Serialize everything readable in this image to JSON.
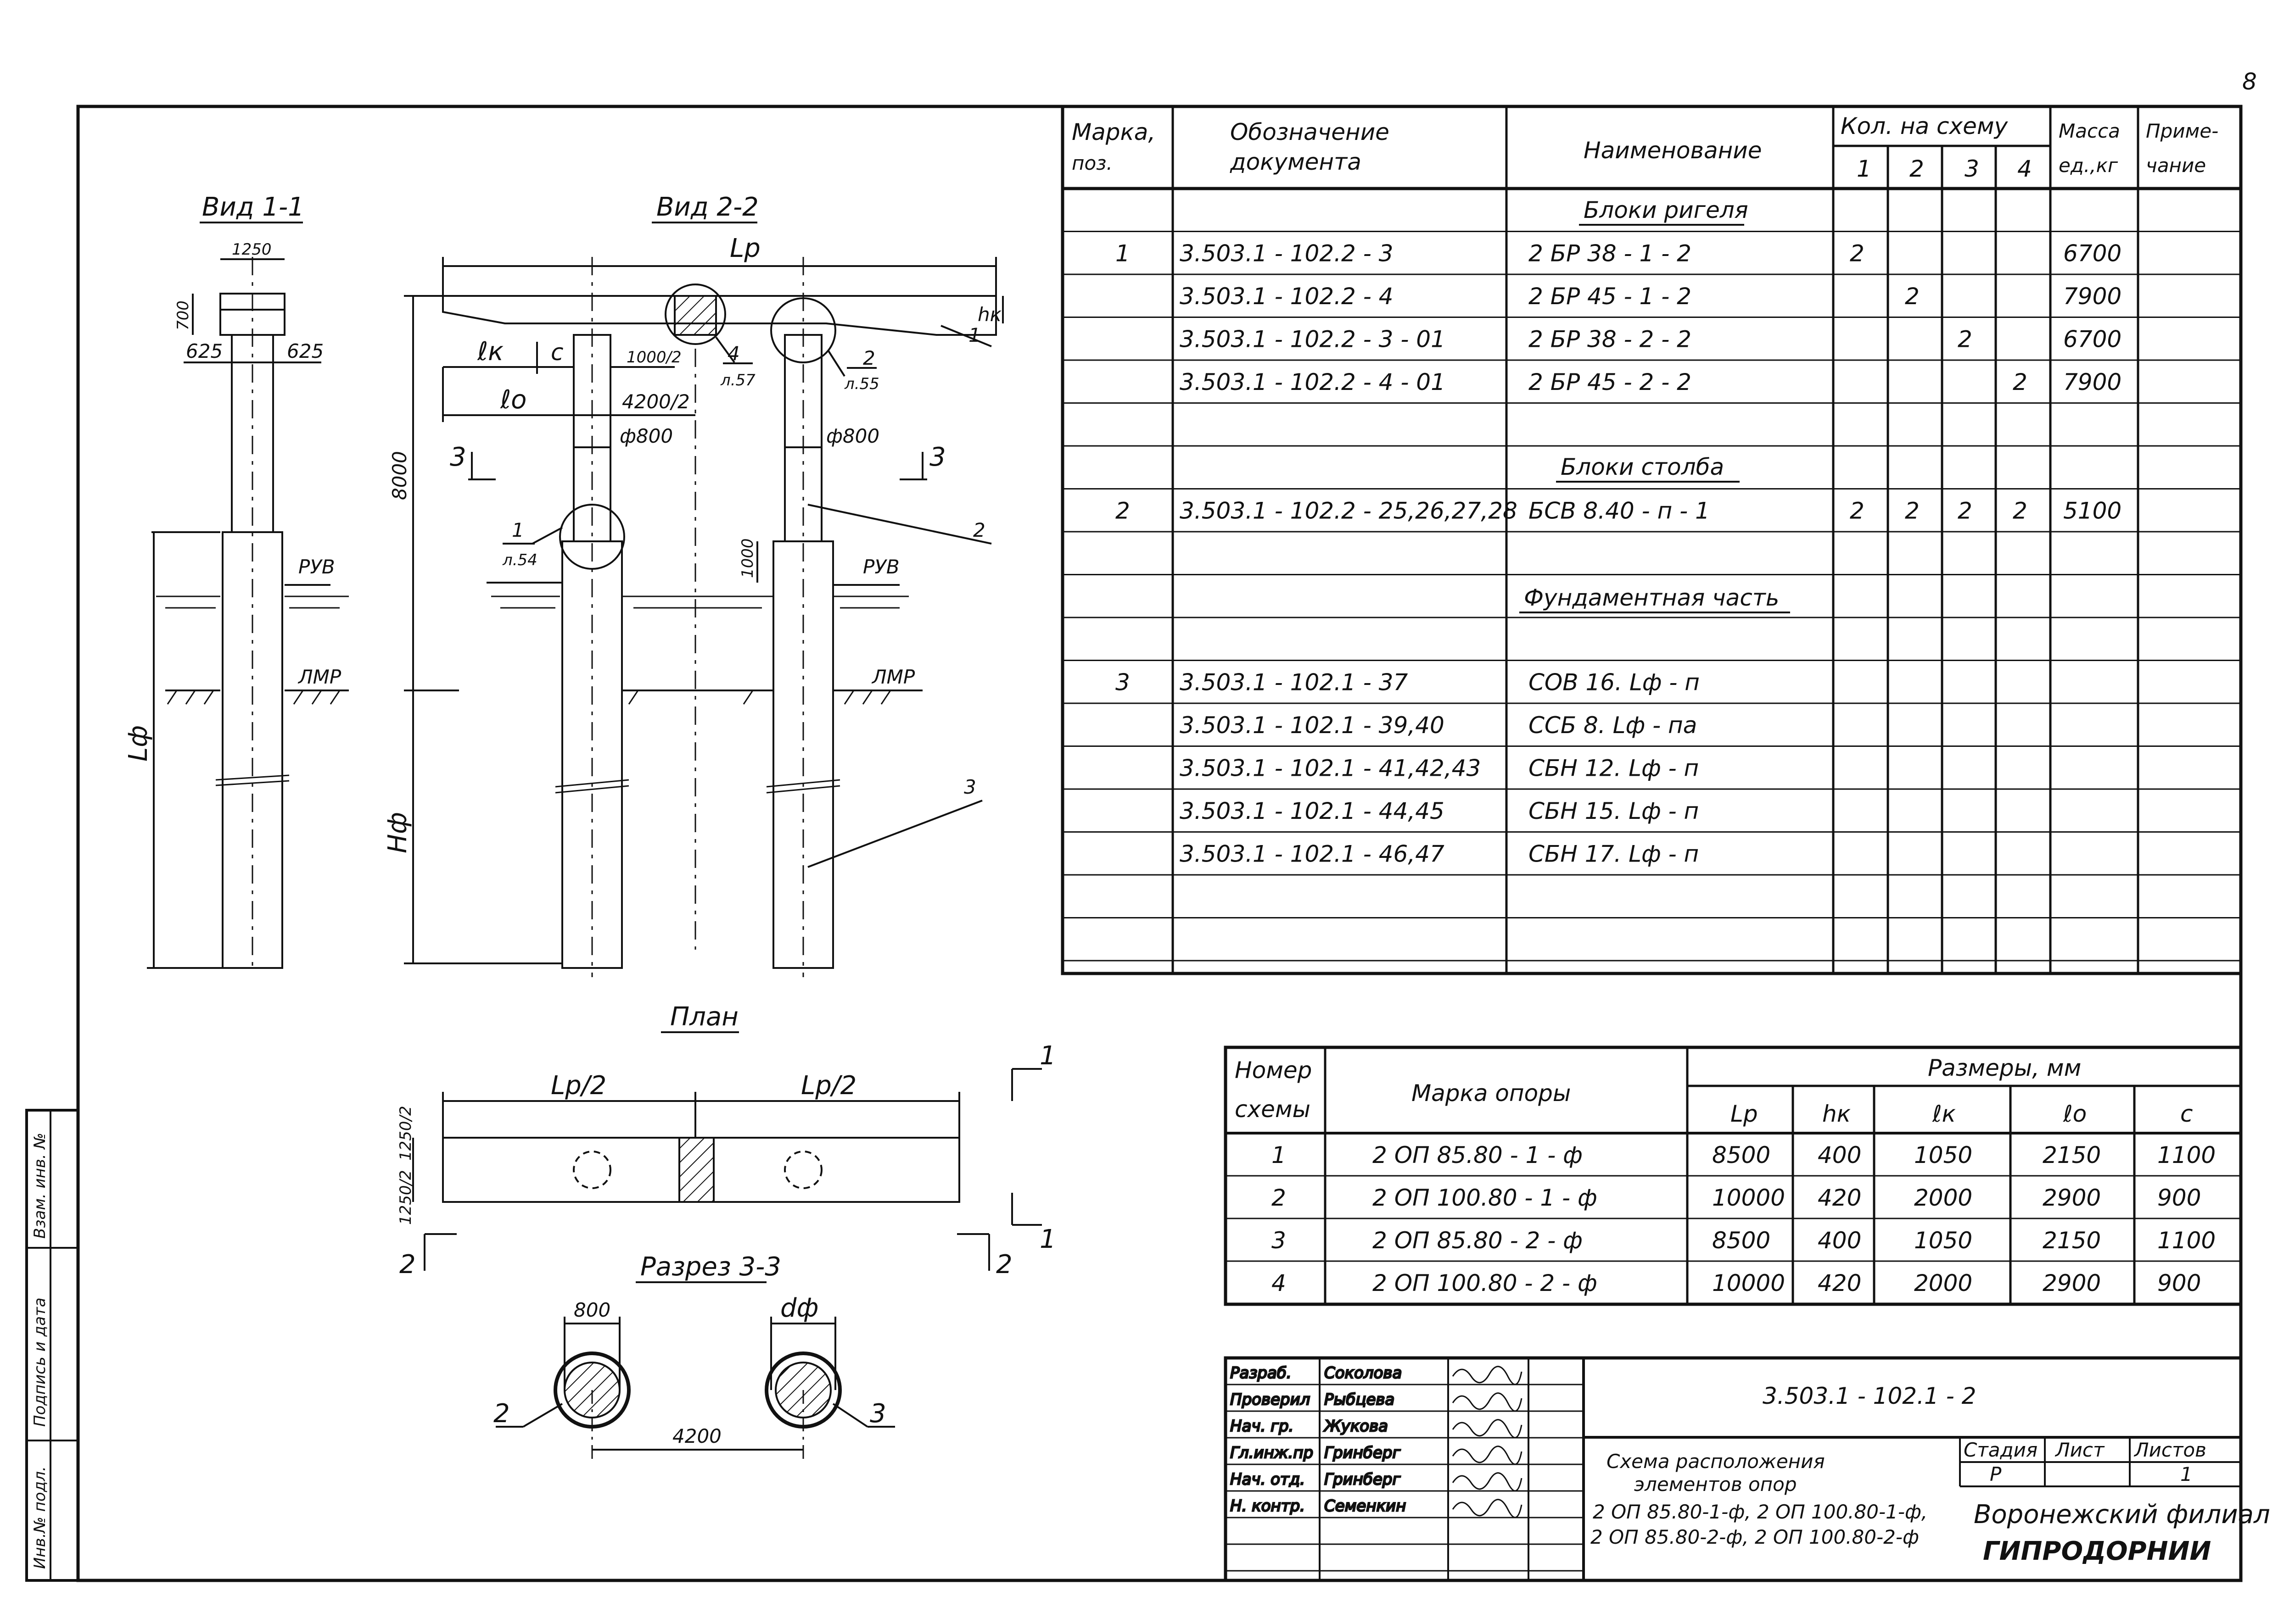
{
  "page_number": "8",
  "views": {
    "view11": {
      "title": "Вид 1-1",
      "top_width": "1250",
      "top_height": "700",
      "half_left": "625",
      "half_right": "625",
      "lf": "Lф",
      "ruv": "РУВ",
      "lmr": "ЛМР"
    },
    "view22": {
      "title": "Вид 2-2",
      "lp": "Lр",
      "lk": "ℓк",
      "c": "с",
      "lo": "ℓо",
      "d1000": "1000/2",
      "d4200": "4200/2",
      "d800a": "ф800",
      "d800b": "ф800",
      "h8000": "8000",
      "hf": "Hф",
      "hk": "hк",
      "h1000": "1000",
      "ruv": "РУВ",
      "lmr": "ЛМР",
      "sec3a": "3",
      "sec3b": "3",
      "callout1": "1",
      "callout1_ref": "л.54",
      "callout2": "2",
      "callout2_ref": "л.55",
      "callout4": "4",
      "callout4_ref": "л.57",
      "pos1": "1",
      "pos2": "2",
      "pos3": "3"
    },
    "plan": {
      "title": "План",
      "half_a": "Lр/2",
      "half_b": "Lр/2",
      "w1": "1250/2",
      "w2": "1250/2",
      "m1a": "1",
      "m1b": "1",
      "m2a": "2",
      "m2b": "2"
    },
    "section33": {
      "title": "Разрез 3-3",
      "d800": "800",
      "dphi": "dф",
      "span": "4200",
      "pos2": "2",
      "pos3": "3"
    }
  },
  "spec": {
    "headers": {
      "mark": "Марка,",
      "mark2": "поз.",
      "doc": "Обозначение",
      "doc2": "документа",
      "name": "Наименование",
      "qty": "Кол. на схему",
      "q1": "1",
      "q2": "2",
      "q3": "3",
      "q4": "4",
      "mass": "Масса",
      "mass2": "ед.,кг",
      "note": "Приме-",
      "note2": "чание"
    },
    "groups": [
      "Блоки ригеля",
      "Блоки столба",
      "Фундаментная часть"
    ],
    "rows": [
      {
        "mark": "1",
        "doc": "3.503.1 - 102.2 - 3",
        "name": "2 БР 38 - 1 - 2",
        "q1": "2",
        "q2": "",
        "q3": "",
        "q4": "",
        "mass": "6700"
      },
      {
        "mark": "",
        "doc": "3.503.1 - 102.2 - 4",
        "name": "2 БР 45 - 1 - 2",
        "q1": "",
        "q2": "2",
        "q3": "",
        "q4": "",
        "mass": "7900"
      },
      {
        "mark": "",
        "doc": "3.503.1 - 102.2 - 3 - 01",
        "name": "2 БР 38 - 2 - 2",
        "q1": "",
        "q2": "",
        "q3": "2",
        "q4": "",
        "mass": "6700"
      },
      {
        "mark": "",
        "doc": "3.503.1 - 102.2 - 4 - 01",
        "name": "2 БР 45 - 2 - 2",
        "q1": "",
        "q2": "",
        "q3": "",
        "q4": "2",
        "mass": "7900"
      },
      {
        "mark": "2",
        "doc": "3.503.1 - 102.2 - 25,26,27,28",
        "name": "БСВ 8.40 - п - 1",
        "q1": "2",
        "q2": "2",
        "q3": "2",
        "q4": "2",
        "mass": "5100"
      },
      {
        "mark": "3",
        "doc": "3.503.1 - 102.1 - 37",
        "name": "СОВ 16. Lф - п",
        "q1": "",
        "q2": "",
        "q3": "",
        "q4": "",
        "mass": ""
      },
      {
        "mark": "",
        "doc": "3.503.1 - 102.1 - 39,40",
        "name": "ССБ 8. Lф - па",
        "q1": "",
        "q2": "",
        "q3": "",
        "q4": "",
        "mass": ""
      },
      {
        "mark": "",
        "doc": "3.503.1 - 102.1 - 41,42,43",
        "name": "СБН 12. Lф - п",
        "q1": "",
        "q2": "",
        "q3": "",
        "q4": "",
        "mass": ""
      },
      {
        "mark": "",
        "doc": "3.503.1 - 102.1 - 44,45",
        "name": "СБН 15. Lф - п",
        "q1": "",
        "q2": "",
        "q3": "",
        "q4": "",
        "mass": ""
      },
      {
        "mark": "",
        "doc": "3.503.1 - 102.1 - 46,47",
        "name": "СБН 17. Lф - п",
        "q1": "",
        "q2": "",
        "q3": "",
        "q4": "",
        "mass": ""
      }
    ]
  },
  "dims": {
    "headers": {
      "scheme": "Номер",
      "scheme2": "схемы",
      "mark": "Марка опоры",
      "sizes": "Размеры, мм",
      "lp": "Lр",
      "hk": "hк",
      "lk": "ℓк",
      "lo": "ℓо",
      "c": "с"
    },
    "rows": [
      {
        "n": "1",
        "mark": "2 ОП 85.80 - 1 - ф",
        "lp": "8500",
        "hk": "400",
        "lk": "1050",
        "lo": "2150",
        "c": "1100"
      },
      {
        "n": "2",
        "mark": "2 ОП 100.80 - 1 - ф",
        "lp": "10000",
        "hk": "420",
        "lk": "2000",
        "lo": "2900",
        "c": "900"
      },
      {
        "n": "3",
        "mark": "2 ОП 85.80 - 2 - ф",
        "lp": "8500",
        "hk": "400",
        "lk": "1050",
        "lo": "2150",
        "c": "1100"
      },
      {
        "n": "4",
        "mark": "2 ОП 100.80 - 2 - ф",
        "lp": "10000",
        "hk": "420",
        "lk": "2000",
        "lo": "2900",
        "c": "900"
      }
    ]
  },
  "stamp": {
    "roles": [
      {
        "role": "Разраб.",
        "name": "Соколова"
      },
      {
        "role": "Проверил",
        "name": "Рыбцева"
      },
      {
        "role": "Нач. гр.",
        "name": "Жукова"
      },
      {
        "role": "Гл.инж.пр",
        "name": "Гринберг"
      },
      {
        "role": "Нач. отд.",
        "name": "Гринберг"
      },
      {
        "role": "Н. контр.",
        "name": "Семенкин"
      }
    ],
    "code": "3.503.1 - 102.1 - 2",
    "title1": "Схема расположения",
    "title2": "элементов опор",
    "title3": "2 ОП 85.80-1-ф, 2 ОП 100.80-1-ф,",
    "title4": "2 ОП 85.80-2-ф, 2 ОП 100.80-2-ф",
    "stage_label": "Стадия",
    "sheet_label": "Лист",
    "sheets_label": "Листов",
    "stage": "Р",
    "sheet": "",
    "sheets": "1",
    "org1": "Воронежский филиал",
    "org2": "ГИПРОДОРНИИ"
  },
  "side_stamp": {
    "f1": "Инв.№ подл.",
    "f2": "Подпись и дата",
    "f3": "Взам. инв. №"
  }
}
